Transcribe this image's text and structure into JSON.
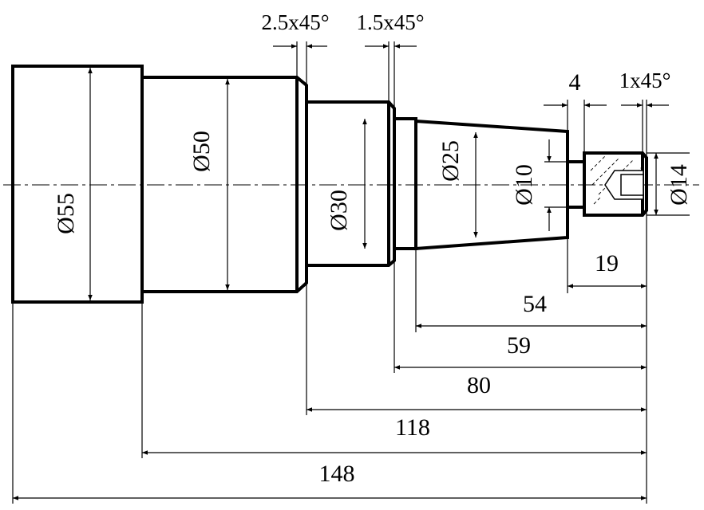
{
  "diameters": {
    "d55": "Ø55",
    "d50": "Ø50",
    "d30": "Ø30",
    "d25": "Ø25",
    "d10": "Ø10",
    "d14": "Ø14"
  },
  "lengths": {
    "l4": "4",
    "l19": "19",
    "l54": "54",
    "l59": "59",
    "l80": "80",
    "l118": "118",
    "l148": "148"
  },
  "chamfers": {
    "c1": "2.5x45°",
    "c2": "1.5x45°",
    "c3": "1x45°"
  }
}
